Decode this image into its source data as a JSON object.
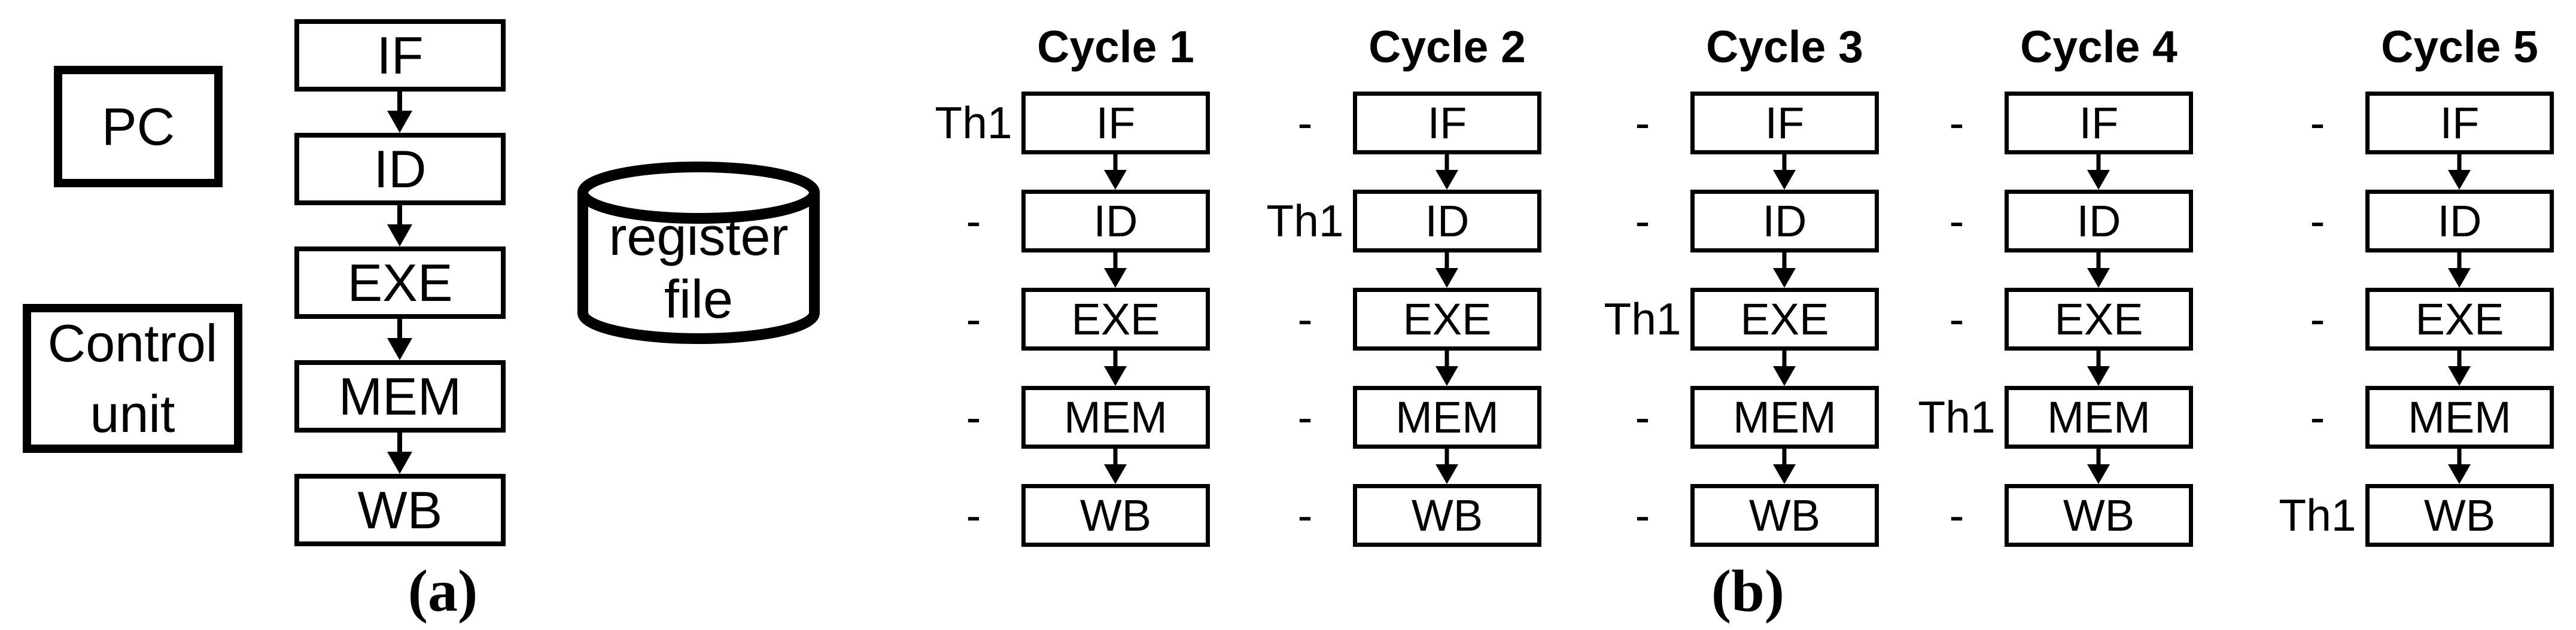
{
  "colors": {
    "ink": "#000000",
    "paper": "#ffffff"
  },
  "panel_a": {
    "caption": "(a)",
    "pc_label": "PC",
    "control_unit": {
      "line1": "Control",
      "line2": "unit"
    },
    "register_file": {
      "line1": "register",
      "line2": "file"
    },
    "stages": [
      "IF",
      "ID",
      "EXE",
      "MEM",
      "WB"
    ]
  },
  "panel_b": {
    "caption": "(b)",
    "cycles": [
      {
        "title": "Cycle 1",
        "rows": [
          {
            "label": "Th1",
            "stage": "IF"
          },
          {
            "label": "-",
            "stage": "ID"
          },
          {
            "label": "-",
            "stage": "EXE"
          },
          {
            "label": "-",
            "stage": "MEM"
          },
          {
            "label": "-",
            "stage": "WB"
          }
        ]
      },
      {
        "title": "Cycle 2",
        "rows": [
          {
            "label": "-",
            "stage": "IF"
          },
          {
            "label": "Th1",
            "stage": "ID"
          },
          {
            "label": "-",
            "stage": "EXE"
          },
          {
            "label": "-",
            "stage": "MEM"
          },
          {
            "label": "-",
            "stage": "WB"
          }
        ]
      },
      {
        "title": "Cycle 3",
        "rows": [
          {
            "label": "-",
            "stage": "IF"
          },
          {
            "label": "-",
            "stage": "ID"
          },
          {
            "label": "Th1",
            "stage": "EXE"
          },
          {
            "label": "-",
            "stage": "MEM"
          },
          {
            "label": "-",
            "stage": "WB"
          }
        ]
      },
      {
        "title": "Cycle 4",
        "rows": [
          {
            "label": "-",
            "stage": "IF"
          },
          {
            "label": "-",
            "stage": "ID"
          },
          {
            "label": "-",
            "stage": "EXE"
          },
          {
            "label": "Th1",
            "stage": "MEM"
          },
          {
            "label": "-",
            "stage": "WB"
          }
        ]
      },
      {
        "title": "Cycle 5",
        "rows": [
          {
            "label": "-",
            "stage": "IF"
          },
          {
            "label": "-",
            "stage": "ID"
          },
          {
            "label": "-",
            "stage": "EXE"
          },
          {
            "label": "-",
            "stage": "MEM"
          },
          {
            "label": "Th1",
            "stage": "WB"
          }
        ]
      }
    ]
  }
}
